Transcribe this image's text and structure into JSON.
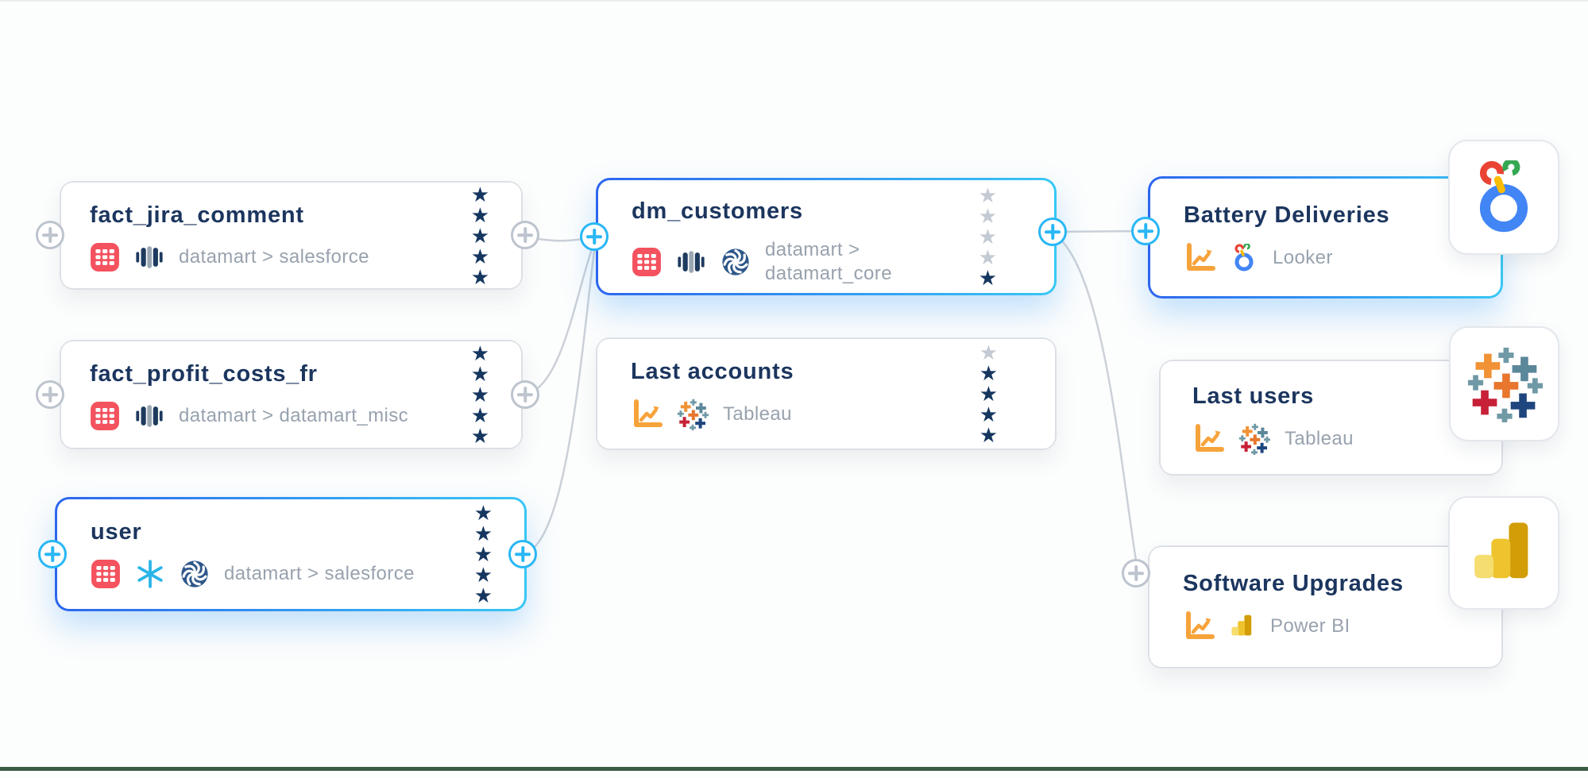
{
  "glyphs": {
    "star": "★"
  },
  "colors": {
    "accent_blue": "#2d66ee",
    "accent_cyan": "#38c7f4",
    "navy_text": "#1b355e",
    "gray_text": "#98a2ae",
    "star_on": "#15365f",
    "star_off": "#c3cad3",
    "edge": "#cbd1d8",
    "table_icon_red": "#f4525e",
    "chart_icon_orange": "#f7a33b",
    "snowflake_blue": "#2bb5e8",
    "divider_green": "#3d5c47"
  },
  "nodes": [
    {
      "title": "fact_jira_comment",
      "subtitle": "datamart > salesforce",
      "icons": [
        "table-icon",
        "warehouse-columns-icon"
      ],
      "highlighted": false,
      "stars": [
        "star on",
        "star on",
        "star on",
        "star on",
        "star on"
      ]
    },
    {
      "title": "fact_profit_costs_fr",
      "subtitle": "datamart > datamart_misc",
      "icons": [
        "table-icon",
        "warehouse-columns-icon"
      ],
      "highlighted": false,
      "stars": [
        "star on",
        "star on",
        "star on",
        "star on",
        "star on"
      ]
    },
    {
      "title": "user",
      "subtitle": "datamart > salesforce",
      "icons": [
        "table-icon",
        "snowflake-icon",
        "pinwheel-icon"
      ],
      "highlighted": true,
      "stars": [
        "star on",
        "star on",
        "star on",
        "star on",
        "star on"
      ]
    },
    {
      "title": "dm_customers",
      "subtitle": "datamart > datamart_core",
      "icons": [
        "table-icon",
        "warehouse-columns-icon",
        "pinwheel-icon"
      ],
      "highlighted": true,
      "stars": [
        "star off",
        "star off",
        "star off",
        "star off",
        "star on"
      ]
    },
    {
      "title": "Last accounts",
      "subtitle": "Tableau",
      "icons": [
        "dashboard-chart-icon",
        "tableau-icon"
      ],
      "highlighted": false,
      "stars": [
        "star off",
        "star on",
        "star on",
        "star on",
        "star on"
      ]
    },
    {
      "title": "Battery Deliveries",
      "subtitle": "Looker",
      "icons": [
        "dashboard-chart-icon",
        "looker-icon"
      ],
      "highlighted": true,
      "badge": "looker-logo"
    },
    {
      "title": "Last users",
      "subtitle": "Tableau",
      "icons": [
        "dashboard-chart-icon",
        "tableau-icon"
      ],
      "highlighted": false,
      "badge": "tableau-logo"
    },
    {
      "title": "Software Upgrades",
      "subtitle": "Power BI",
      "icons": [
        "dashboard-chart-icon",
        "powerbi-icon"
      ],
      "highlighted": false,
      "badge": "powerbi-logo"
    }
  ],
  "pluses": [
    "plus gray",
    "plus gray",
    "plus gray",
    "plus gray",
    "plus cyan",
    "plus cyan",
    "plus cyan",
    "plus cyan",
    "plus cyan",
    "plus gray"
  ],
  "edges": [
    {
      "from": "fact_jira_comment",
      "to": "dm_customers"
    },
    {
      "from": "fact_profit_costs_fr",
      "to": "dm_customers"
    },
    {
      "from": "user",
      "to": "dm_customers"
    },
    {
      "from": "dm_customers",
      "to": "Battery Deliveries"
    },
    {
      "from": "dm_customers",
      "to": "Software Upgrades"
    }
  ]
}
